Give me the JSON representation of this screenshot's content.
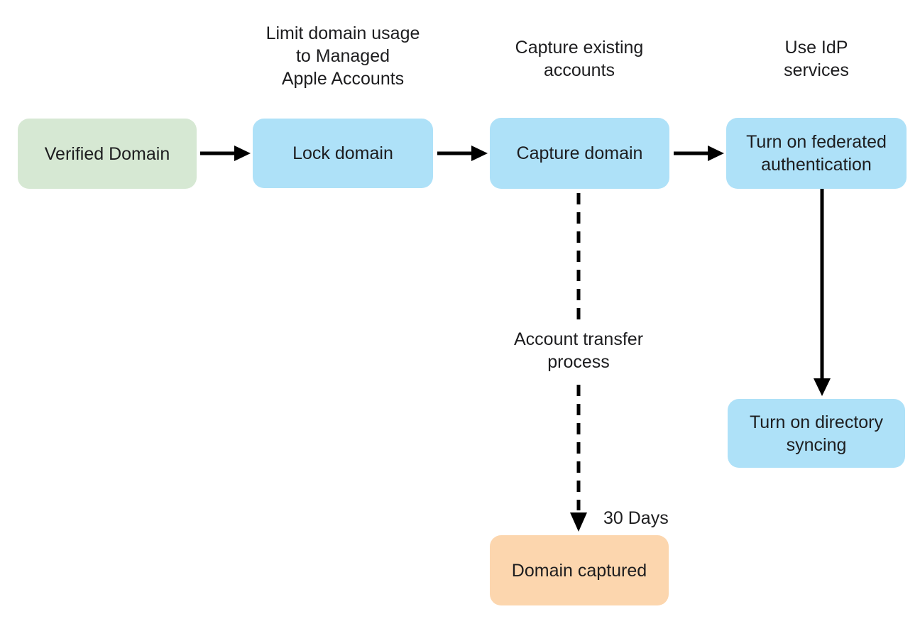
{
  "nodes": {
    "verified_domain": {
      "label": "Verified Domain"
    },
    "lock_domain": {
      "label": "Lock domain"
    },
    "capture_domain": {
      "label": "Capture domain"
    },
    "federated_auth": {
      "lines": [
        "Turn on federated",
        "authentication"
      ]
    },
    "directory_syncing": {
      "lines": [
        "Turn on directory",
        "syncing"
      ]
    },
    "domain_captured": {
      "label": "Domain captured"
    }
  },
  "annotations": {
    "limit_domain_usage": {
      "lines": [
        "Limit domain usage",
        "to Managed",
        "Apple Accounts"
      ]
    },
    "capture_existing": {
      "lines": [
        "Capture existing",
        "accounts"
      ]
    },
    "use_idp": {
      "lines": [
        "Use IdP",
        "services"
      ]
    },
    "account_transfer": {
      "lines": [
        "Account transfer",
        "process"
      ]
    },
    "thirty_days": "30 Days"
  },
  "colors": {
    "node-green": "#d6e8d3",
    "node-blue": "#aee1f8",
    "node-orange": "#fcd6ae",
    "arrow": "#000000",
    "text": "#1d1d1f",
    "background": "#ffffff"
  }
}
